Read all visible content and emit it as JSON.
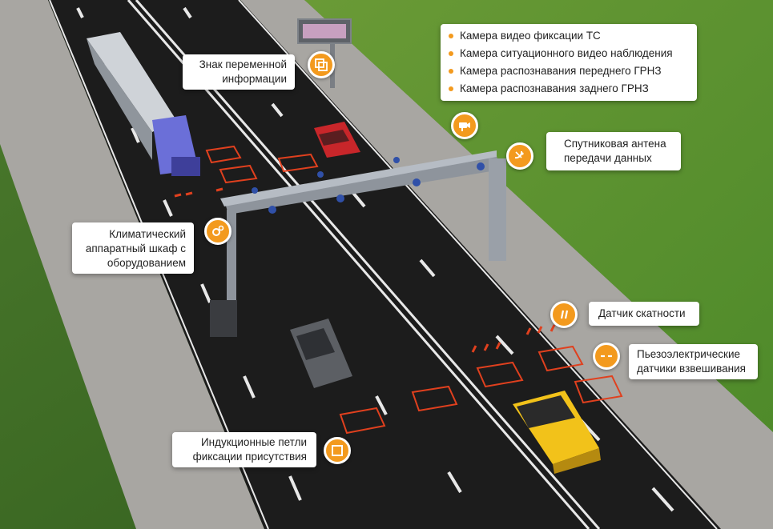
{
  "callouts": {
    "vms_sign": "Знак переменной информации",
    "cameras": [
      "Камера видео фиксации ТС",
      "Камера ситуационного видео наблюдения",
      "Камера распознавания переднего ГРНЗ",
      "Камера распознавания заднего ГРНЗ"
    ],
    "satellite": "Спутниковая антена передачи данных",
    "cabinet": "Климатический аппаратный шкаф с оборудованием",
    "slip_sensor": "Датчик скатности",
    "piezo": "Пьезоэлектрические датчики взвешивания",
    "loops": "Индукционные петли фиксации присутствия"
  },
  "icons": {
    "vms_sign": "display-icon",
    "cameras": "camera-icon",
    "satellite": "satellite-dish-icon",
    "cabinet": "gear-icon",
    "slip_sensor": "slip-sensor-icon",
    "piezo": "piezo-sensor-icon",
    "loops": "square-loop-icon"
  },
  "colors": {
    "accent": "#f39a1e",
    "grass": "#3f6b26",
    "asphalt": "#1c1c1c",
    "shoulder": "#a8a6a2",
    "marking": "#e8e8e8",
    "loop": "#e0401e"
  }
}
